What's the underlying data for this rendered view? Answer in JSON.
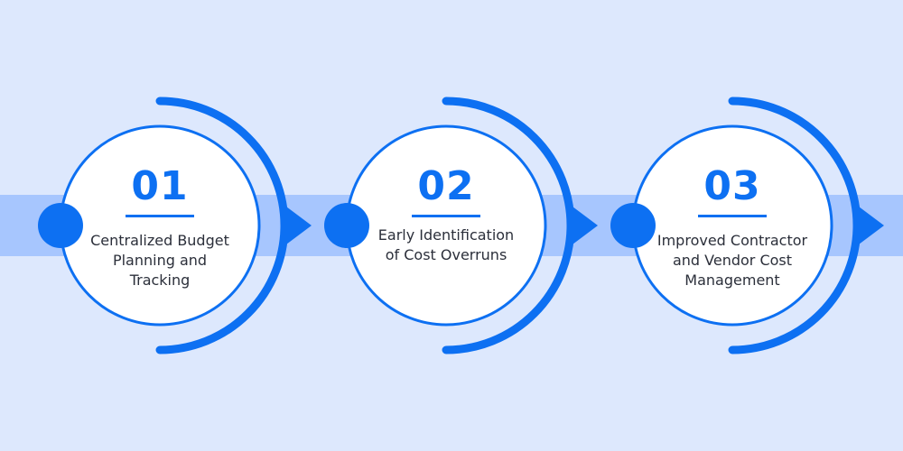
{
  "colors": {
    "background": "#dde8fd",
    "band": "#a7c6fe",
    "accent": "#0d70f2",
    "circle_fill": "#ffffff",
    "text": "#2b2f3a"
  },
  "steps": [
    {
      "number": "01",
      "label_lines": [
        "Centralized Budget",
        "Planning and",
        "Tracking"
      ]
    },
    {
      "number": "02",
      "label_lines": [
        "Early Identification",
        "of Cost Overruns"
      ]
    },
    {
      "number": "03",
      "label_lines": [
        "Improved Contractor",
        "and Vendor Cost",
        "Management"
      ]
    }
  ]
}
